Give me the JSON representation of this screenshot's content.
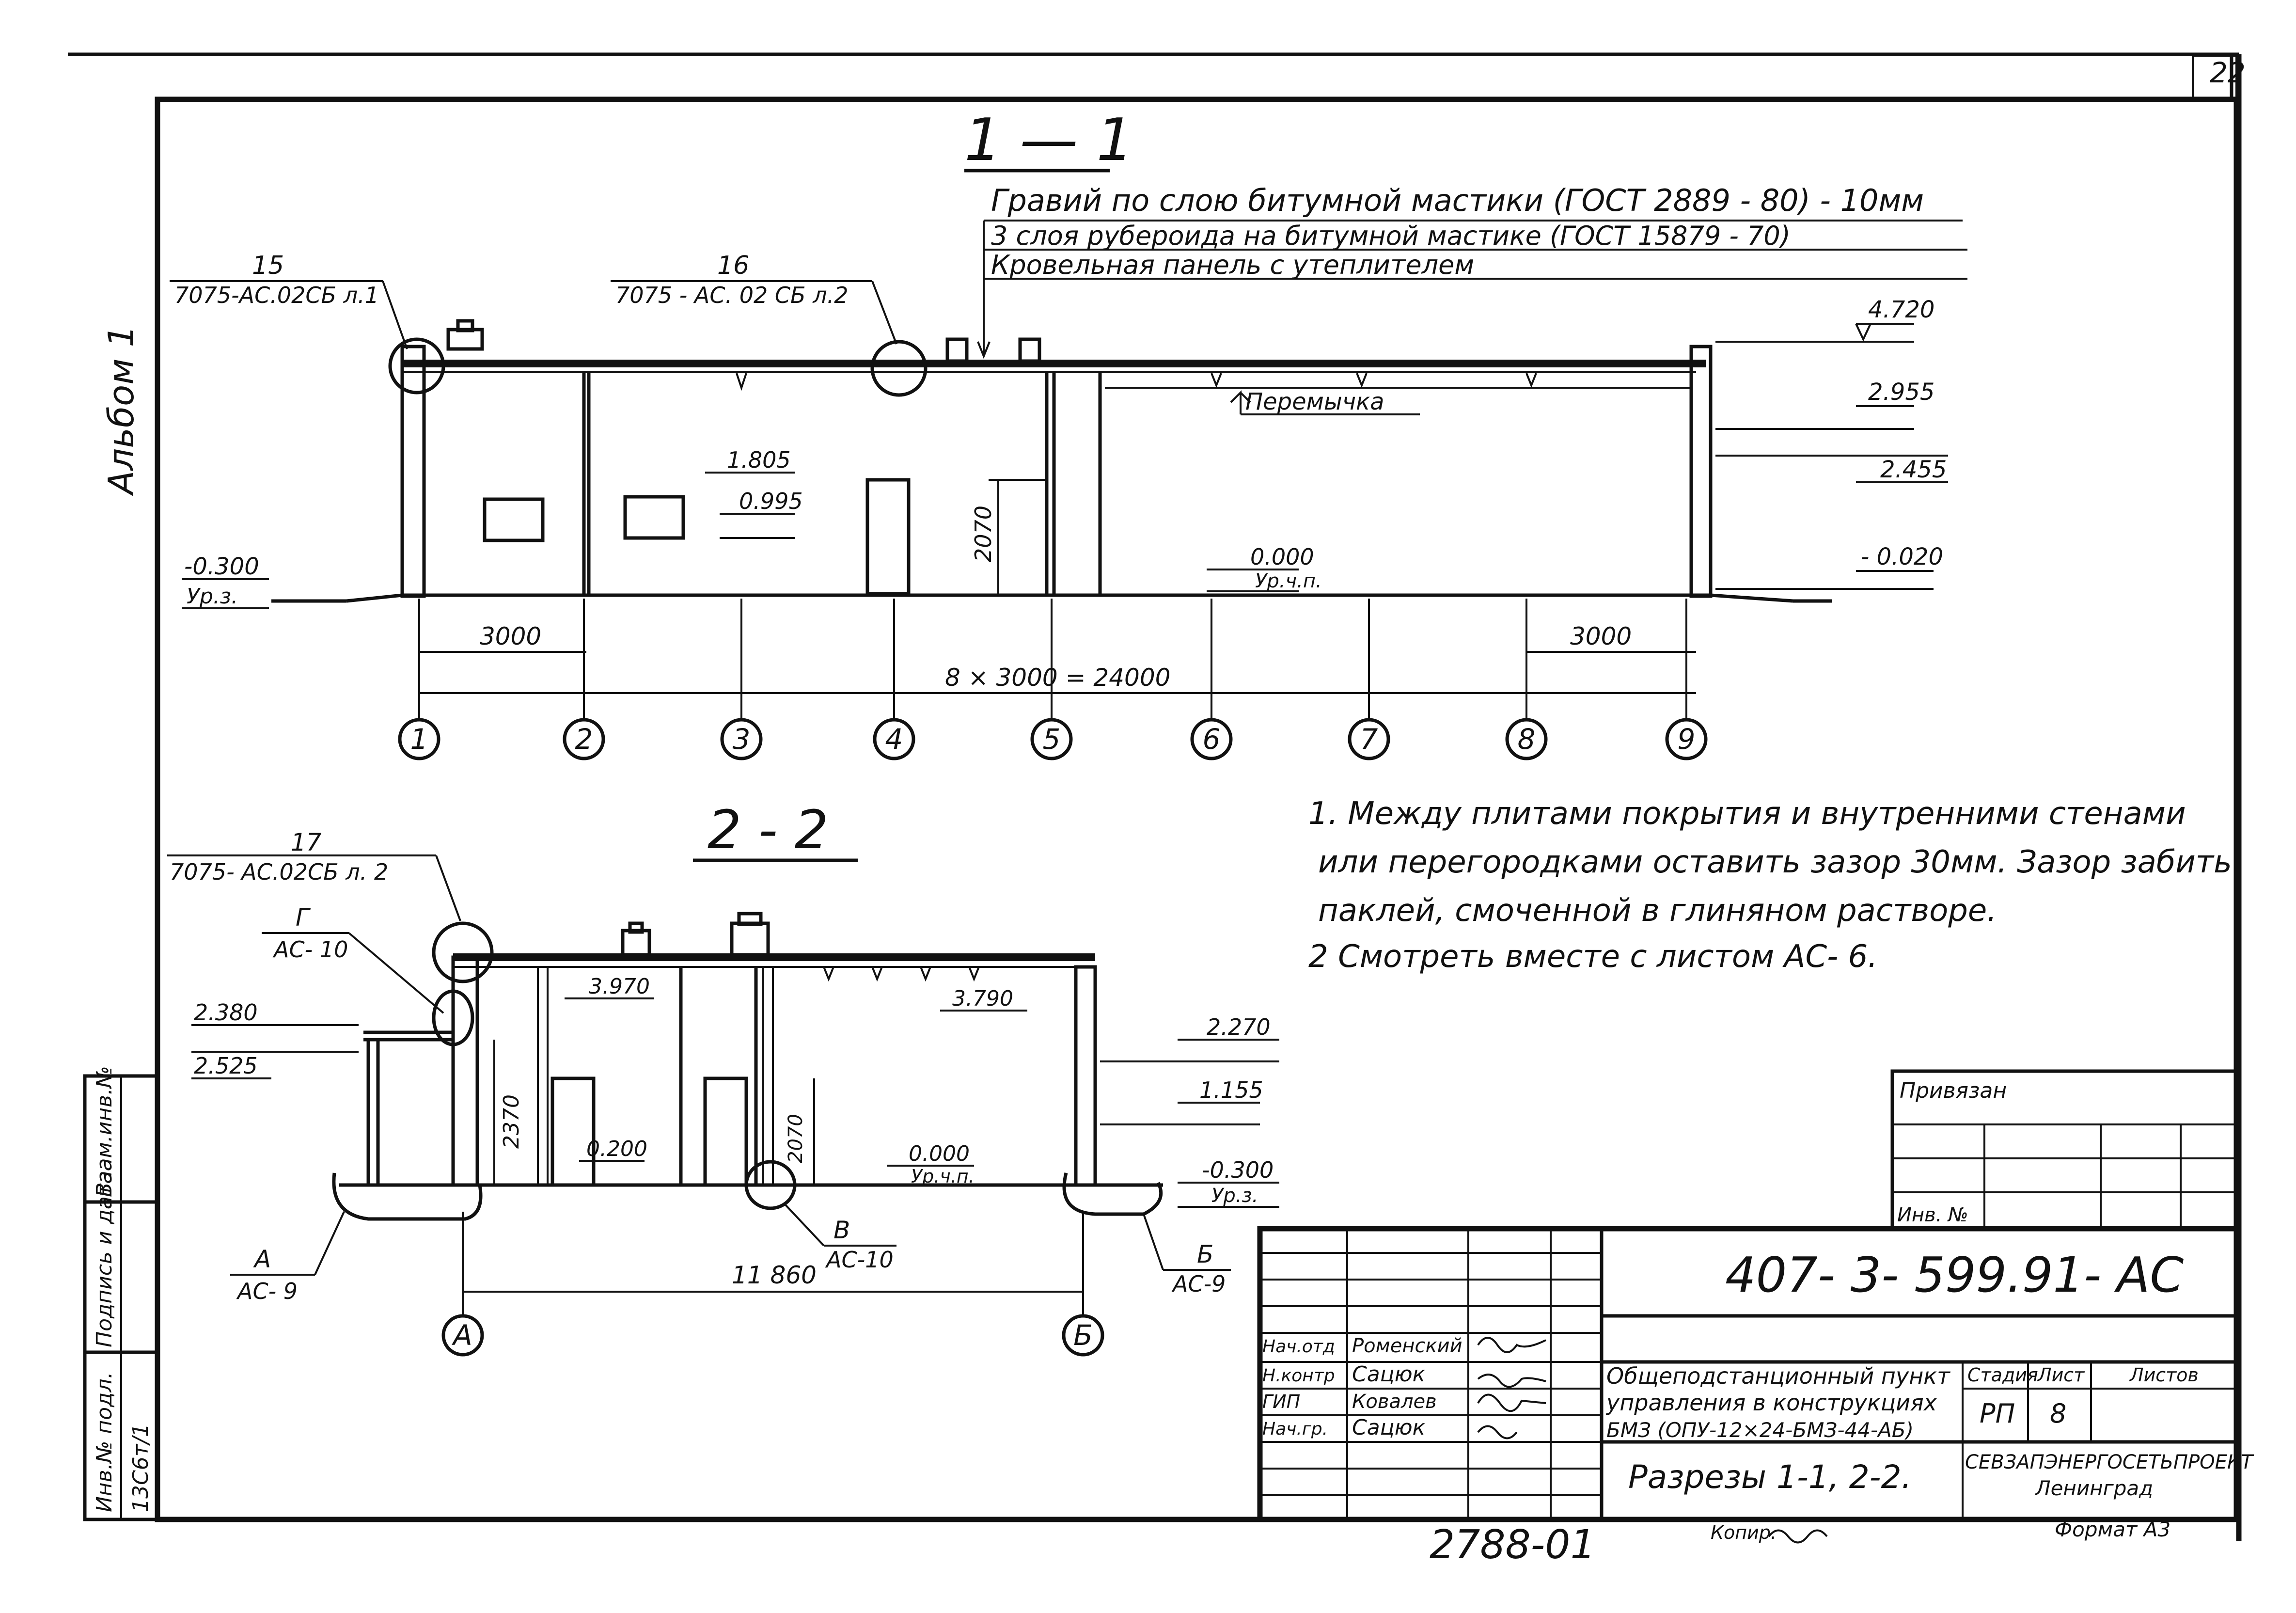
{
  "sheet_number": "22",
  "album_label": "Альбом 1",
  "section_11": {
    "title": "1 — 1",
    "roof_layers": [
      "Гравий по слою битумной мастики (ГОСТ 2889 - 80) - 10мм",
      "3 слоя рубероида на битумной мастике (ГОСТ 15879 - 70)",
      "Кровельная панель с утеплителем"
    ],
    "callout_15_num": "15",
    "callout_15_ref": "7075-АС.02СБ л.1",
    "callout_16_num": "16",
    "callout_16_ref": "7075 - АС. 02 СБ л.2",
    "elev_4720": "4.720",
    "elev_2955": "2.955",
    "elev_2455": "2.455",
    "elev_m0020": "- 0.020",
    "elev_m0300": "-0.300",
    "elev_m0300_label": "Ур.з.",
    "elev_1805": "1.805",
    "elev_0995": "0.995",
    "elev_0000": "0.000",
    "elev_0000_label": "Ур.ч.п.",
    "pereremennaya": "Перемычка",
    "dim_2070": "2070",
    "dim_3000_left": "3000",
    "dim_3000_right": "3000",
    "dim_total": "8 × 3000 = 24000",
    "axes": [
      "1",
      "2",
      "3",
      "4",
      "5",
      "6",
      "7",
      "8",
      "9"
    ]
  },
  "section_22": {
    "title": "2 - 2",
    "callout_17_num": "17",
    "callout_17_ref": "7075- АС.02СБ л. 2",
    "callout_G_num": "Г",
    "callout_G_ref": "АС- 10",
    "callout_A_num": "А",
    "callout_A_ref": "АС- 9",
    "callout_V_num": "В",
    "callout_V_ref": "АС-10",
    "callout_B_num": "Б",
    "callout_B_ref": "АС-9",
    "elev_2380": "2.380",
    "elev_2525": "2.525",
    "elev_3970": "3.970",
    "elev_3790": "3.790",
    "elev_2270": "2.270",
    "elev_1155": "1.155",
    "elev_m0300": "-0.300",
    "elev_m0300_label": "Ур.з.",
    "elev_0200": "0.200",
    "elev_0000": "0.000",
    "elev_0000_label": "Ур.ч.п.",
    "dim_2370": "2370",
    "dim_2070": "2070",
    "dim_11860": "11 860",
    "axes": [
      "А",
      "Б"
    ]
  },
  "notes": [
    "1. Между плитами покрытия и внутренними стенами",
    "или перегородками оставить зазор 30мм. Зазор забить",
    "паклей, смоченной в глиняном растворе.",
    "2 Смотреть вместе с листом АС- 6."
  ],
  "privyazan": {
    "label": "Привязан",
    "inv": "Инв. №"
  },
  "title_block": {
    "doc_code": "407- 3- 599.91- АС",
    "rows": [
      {
        "role": "Нач.отд",
        "name": "Роменский"
      },
      {
        "role": "Н.контр",
        "name": "Сацюк"
      },
      {
        "role": "ГИП",
        "name": "Ковалев"
      },
      {
        "role": "Нач.гр.",
        "name": "Сацюк"
      }
    ],
    "project_title_lines": [
      "Общеподстанционный пункт",
      "управления в конструкциях",
      "БМЗ (ОПУ-12×24-БМЗ-44-АБ)"
    ],
    "stage_label": "Стадия",
    "sheet_label": "Лист",
    "sheets_label": "Листов",
    "stage_value": "РП",
    "sheet_value": "8",
    "drawing_title": "Разрезы 1-1, 2-2.",
    "org_line1": "СЕВЗАПЭНЕРГОСЕТЬПРОЕКТ",
    "org_line2": "Ленинград"
  },
  "side_stamp": {
    "inv_podl": "Инв.№ подл.",
    "podpis": "Подпись и дата",
    "vzam": "Взам.инв.№",
    "inv_value": "13С6т/1"
  },
  "footer": {
    "number": "2788-01",
    "copy": "Копир.",
    "format": "Формат А3"
  }
}
